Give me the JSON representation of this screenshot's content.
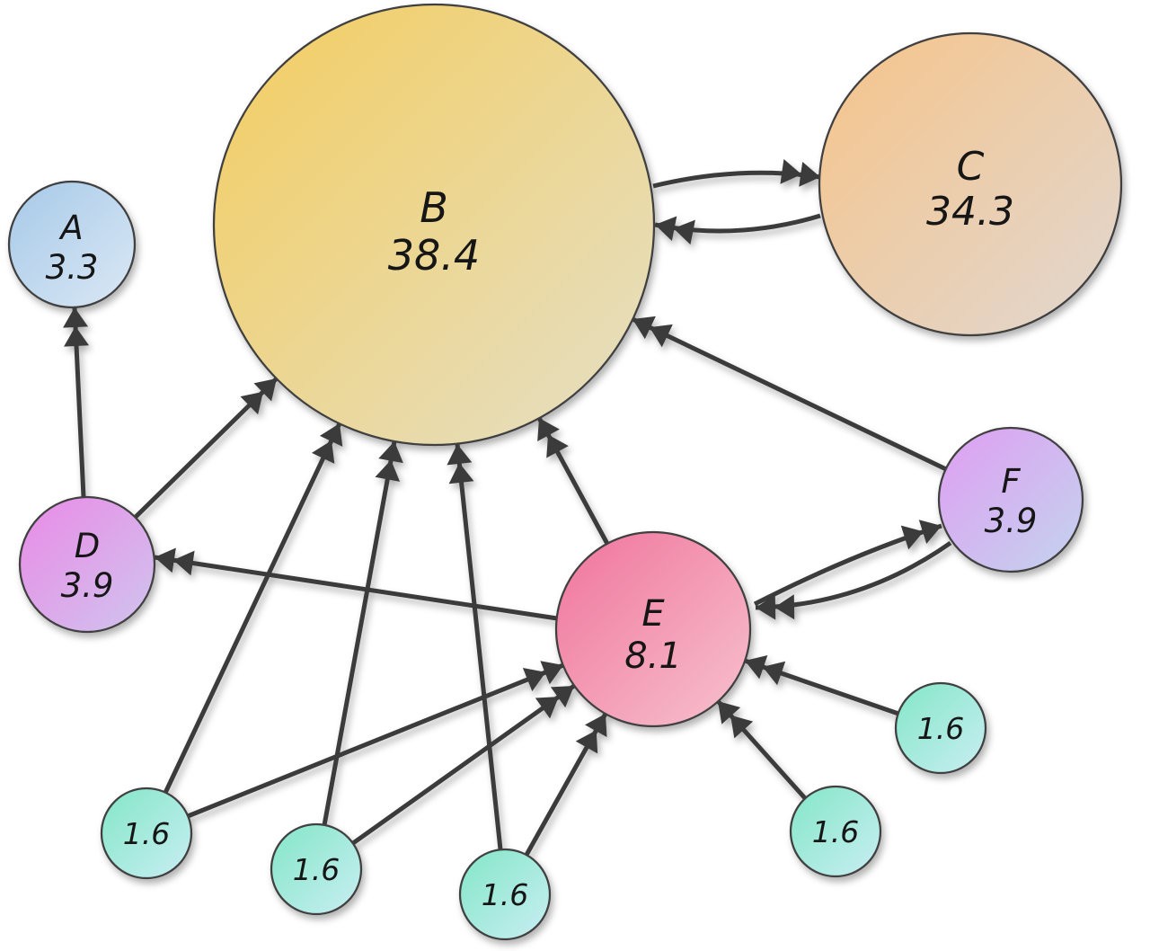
{
  "diagram": {
    "type": "directed-graph",
    "background": "#ffffff",
    "arrow_color": "#3a3a3a",
    "node_stroke": "#3f3f3f",
    "nodes": {
      "A": {
        "label": "A",
        "value": "3.3",
        "color_start": "#a6c9e8",
        "color_end": "#dbe8f5"
      },
      "B": {
        "label": "B",
        "value": "38.4",
        "color_start": "#f4cd5f",
        "color_end": "#e4dfc6"
      },
      "C": {
        "label": "C",
        "value": "34.3",
        "color_start": "#f6c489",
        "color_end": "#e1d7d1"
      },
      "D": {
        "label": "D",
        "value": "3.9",
        "color_start": "#ea8ae6",
        "color_end": "#cfc5ee"
      },
      "E": {
        "label": "E",
        "value": "8.1",
        "color_start": "#f0749c",
        "color_end": "#f7c2ce"
      },
      "F": {
        "label": "F",
        "value": "3.9",
        "color_start": "#df9ef2",
        "color_end": "#c3d4ee"
      },
      "s1": {
        "value": "1.6",
        "color_start": "#83e6c7",
        "color_end": "#c9eef3"
      },
      "s2": {
        "value": "1.6",
        "color_start": "#83e6c7",
        "color_end": "#c9eef3"
      },
      "s3": {
        "value": "1.6",
        "color_start": "#83e6c7",
        "color_end": "#c9eef3"
      },
      "s4": {
        "value": "1.6",
        "color_start": "#83e6c7",
        "color_end": "#c9eef3"
      },
      "s5": {
        "value": "1.6",
        "color_start": "#83e6c7",
        "color_end": "#c9eef3"
      }
    },
    "edges": [
      {
        "from": "B",
        "to": "C"
      },
      {
        "from": "C",
        "to": "B"
      },
      {
        "from": "D",
        "to": "A"
      },
      {
        "from": "D",
        "to": "B"
      },
      {
        "from": "E",
        "to": "B"
      },
      {
        "from": "E",
        "to": "D"
      },
      {
        "from": "E",
        "to": "F"
      },
      {
        "from": "F",
        "to": "B"
      },
      {
        "from": "F",
        "to": "E"
      },
      {
        "from": "s1",
        "to": "B"
      },
      {
        "from": "s1",
        "to": "E"
      },
      {
        "from": "s2",
        "to": "B"
      },
      {
        "from": "s2",
        "to": "E"
      },
      {
        "from": "s3",
        "to": "B"
      },
      {
        "from": "s3",
        "to": "E"
      },
      {
        "from": "s4",
        "to": "E"
      },
      {
        "from": "s5",
        "to": "E"
      }
    ]
  }
}
